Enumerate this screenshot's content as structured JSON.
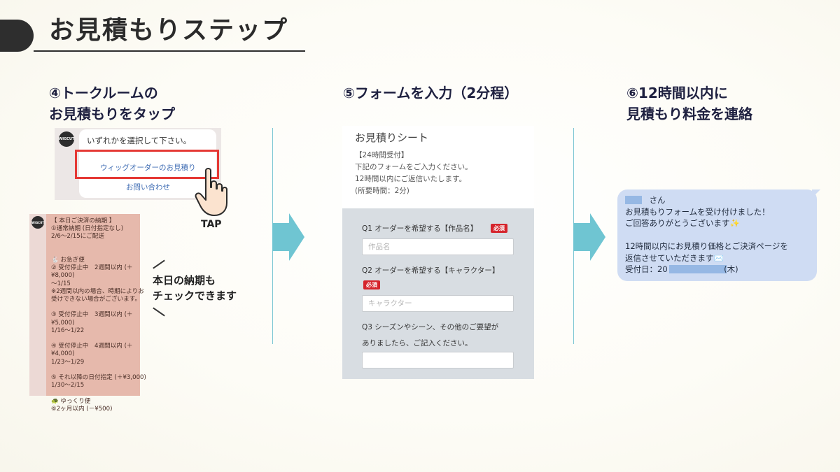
{
  "header": {
    "title": "お見積もりステップ"
  },
  "steps": [
    {
      "heading": "④トークルームの\nお見積もりをタップ"
    },
    {
      "heading": "⑤フォームを入力（2分程）"
    },
    {
      "heading": "⑥12時間以内に\n見積もり料金を連絡"
    }
  ],
  "chat": {
    "avatar_text": "WIGCUT",
    "prompt": "いずれかを選択して下さい。",
    "option_estimate": "ウィッグオーダーのお見積り",
    "option_inquiry": "お問い合わせ",
    "tap_label": "TAP"
  },
  "schedule": {
    "avatar_text": "WIGCUT",
    "body": "【 本日ご決済の納期 】\n①通常納期 (日付指定なし)\n2/6～2/15にご配送\n\n\n🐇 お急ぎ便\n② 受付停止中　2週間以内 (＋\n¥8,000)\n～1/15\n※2週間以内の場合、時期によりお\n受けできない場合がございます。\n\n③ 受付停止中　3週間以内 (＋\n¥5,000)\n1/16～1/22\n\n④ 受付停止中　4週間以内 (＋\n¥4,000)\n1/23～1/29\n\n⑤ それ以降の日付指定 (＋¥3,000)\n1/30～2/15\n\n🐢 ゆっくり便\n⑥2ヶ月以内 (－¥500)"
  },
  "note": {
    "text": "本日の納期も\nチェックできます"
  },
  "form": {
    "title": "お見積りシート",
    "intro": "【24時間受付】\n下記のフォームをご入力ください。\n12時間以内にご返信いたします。\n(所要時間：2分)",
    "required_label": "必須",
    "q1": {
      "label": "Q1 オーダーを希望する【作品名】",
      "placeholder": "作品名"
    },
    "q2": {
      "label": "Q2 オーダーを希望する【キャラクター】",
      "placeholder": "キャラクター"
    },
    "q3": {
      "label_line1": "Q3 シーズンやシーン、その他のご要望が",
      "label_line2": "ありましたら、ご記入ください。",
      "placeholder": ""
    }
  },
  "reply": {
    "text": "　　　さん\nお見積もりフォームを受け付けました！\nご回答ありがとうございます✨\n\n12時間以内にお見積り価格とご決済ページを\n返信させていただきます✉️\n受付日：20　　　　　　　(木)"
  },
  "colors": {
    "accent_teal": "#6fc5d2",
    "tap_red": "#e53935",
    "required_red": "#d5242c",
    "reply_blue": "#cfdcf3",
    "heading_navy": "#1e2040"
  },
  "icons": [
    "pointing-hand-icon",
    "right-arrow-icon"
  ]
}
